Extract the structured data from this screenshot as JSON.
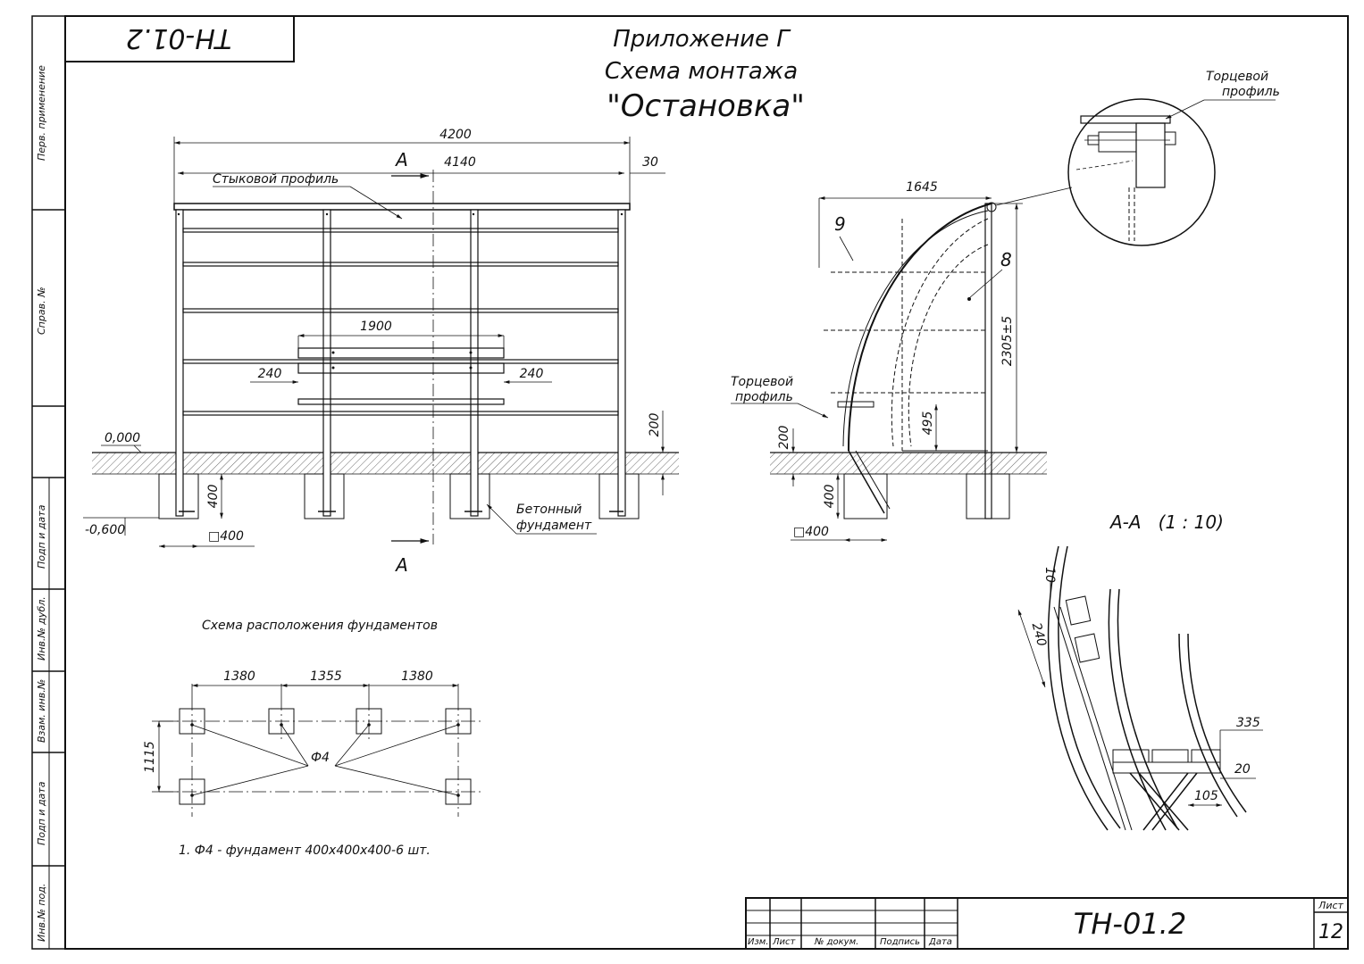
{
  "stamp": "ТН-01.2",
  "appendix": "Приложение Г",
  "scheme_title": "Схема монтажа",
  "object_name": "\"Остановка\"",
  "side_column": {
    "cell1": "Перв. применение",
    "cell2": "Справ. №",
    "cell3": "Подп и дата",
    "cell4": "Инв.№ дубл.",
    "cell5": "Взам. инв.№",
    "cell6": "Подп и дата",
    "cell7": "Инв.№ под."
  },
  "front_view": {
    "dim_total": "4200",
    "dim_inner": "4140",
    "dim_edge": "30",
    "section_mark": "А",
    "label_joint_profile": "Стыковой профиль",
    "dim_bench": "1900",
    "dim_bench_left": "240",
    "dim_bench_right": "240",
    "level_zero": "0,000",
    "level_bottom": "-0,600",
    "dim_200": "200",
    "dim_400": "400",
    "dim_square": "□400",
    "label_concrete": "Бетонный",
    "label_foundation": "фундамент"
  },
  "side_view": {
    "dim_width": "1645",
    "callout_9": "9",
    "callout_8": "8",
    "dim_height": "2305±5",
    "label_end_profile_1": "Торцевой",
    "label_end_profile_2": "профиль",
    "dim_495": "495",
    "dim_200": "200",
    "dim_400": "400",
    "dim_square": "□400"
  },
  "detail": {
    "label_1": "Торцевой",
    "label_2": "профиль"
  },
  "section_aa": {
    "title": "А-А   (1 : 10)",
    "dim_10": "10",
    "dim_240": "240",
    "dim_335": "335",
    "dim_20": "20",
    "dim_105": "105"
  },
  "foundation_plan": {
    "title": "Схема расположения фундаментов",
    "dim_1": "1380",
    "dim_2": "1355",
    "dim_3": "1380",
    "dim_v": "1115",
    "mark": "Ф4",
    "note": "1. Ф4 - фундамент 400х400х400-6 шт."
  },
  "title_block": {
    "col_izm": "Изм.",
    "col_list": "Лист",
    "col_doc": "№ докум.",
    "col_sign": "Подпись",
    "col_date": "Дата",
    "designation": "ТН-01.2",
    "sheet_label": "Лист",
    "sheet_number": "12"
  }
}
